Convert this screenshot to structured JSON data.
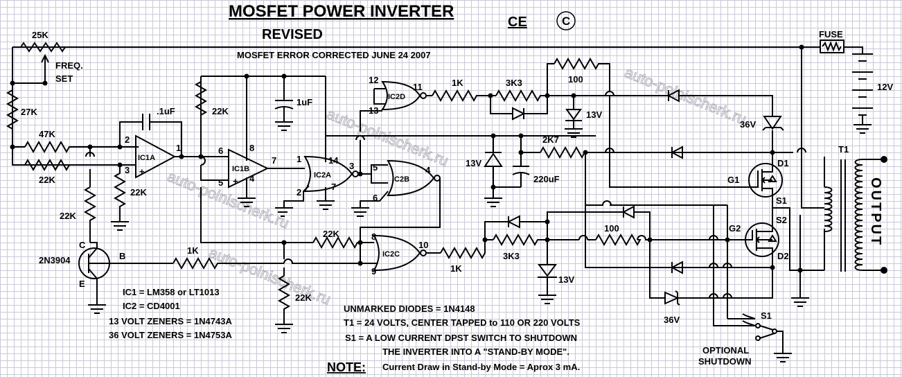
{
  "title": "MOSFET POWER INVERTER",
  "subtitle": "REVISED",
  "ce_mark": "CE",
  "copyright_mark": "C",
  "correction_note": "MOSFET ERROR CORRECTED JUNE 24 2007",
  "watermark": "auto-polnischerk.ru",
  "labels": {
    "pot_25k": "25K",
    "freq": "FREQ.",
    "set": "SET",
    "r27k": "27K",
    "r47k": "47K",
    "r22k_a": "22K",
    "r22k_b": "22K",
    "r22k_c": "22K",
    "r22k_d": "22K",
    "r22k_e": "22K",
    "r22k_f": "22K",
    "c_1uf_a": ".1uF",
    "c_1uf_b": "1uF",
    "c_220uf": "220uF",
    "ic1a": "IC1A",
    "ic1b": "IC1B",
    "ic2a": "IC2A",
    "ic2b": "IC2B",
    "ic2c": "IC2C",
    "ic2d": "IC2D",
    "r1k_a": "1K",
    "r1k_b": "1K",
    "r1k_c": "1K",
    "r3k3_a": "3K3",
    "r3k3_b": "3K3",
    "r100_a": "100",
    "r100_b": "100",
    "r2k7": "2K7",
    "z13v_a": "13V",
    "z13v_b": "13V",
    "z13v_c": "13V",
    "z36v_a": "36V",
    "z36v_b": "36V",
    "batt": "12V",
    "fuse": "FUSE",
    "t1": "T1",
    "g1": "G1",
    "g2": "G2",
    "d1": "D1",
    "d2": "D2",
    "s1_a": "S1",
    "s2": "S2",
    "s1_b": "S1",
    "transistor": "2N3904",
    "c_pin": "C",
    "b_pin": "B",
    "e_pin": "E",
    "output": "OUTPUT",
    "optional": "OPTIONAL",
    "shutdown": "SHUTDOWN",
    "pins": {
      "p1a": "1",
      "p2a": "2",
      "p3a": "3",
      "p5b": "5",
      "p6b": "6",
      "p7b": "7",
      "p8b": "8",
      "p4b": "4",
      "p1c": "1",
      "p2c": "2",
      "p3c": "3",
      "p7c": "7",
      "p14c": "14",
      "p5d": "5",
      "p6d": "6",
      "p4d": "4",
      "p8e": "8",
      "p9e": "9",
      "p10e": "10",
      "p12f": "12",
      "p13f": "13",
      "p11f": "11"
    }
  },
  "notes": {
    "ic1": "IC1 = LM358 or LT1013",
    "ic2": "IC2 = CD4001",
    "z13": "13 VOLT ZENERS = 1N4743A",
    "z36": "36 VOLT ZENERS = 1N4753A",
    "diodes": "UNMARKED DIODES = 1N4148",
    "t1": "T1 = 24 VOLTS, CENTER TAPPED to 110 OR 220 VOLTS",
    "s1_line1": "S1 = A LOW CURRENT DPST SWITCH TO SHUTDOWN",
    "s1_line2": "THE INVERTER INTO A \"STAND-BY MODE\".",
    "note_head": "NOTE:",
    "note_body": "Current Draw in Stand-by Mode = Aprox 3 mA."
  }
}
